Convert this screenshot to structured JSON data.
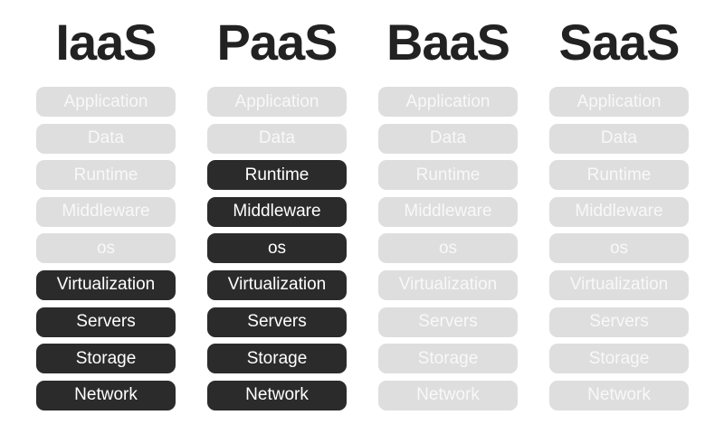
{
  "colors": {
    "title": "#222222",
    "active_bg": "#2b2b2b",
    "active_text": "#ffffff",
    "inactive_bg": "#dedede",
    "inactive_text": "#f8f8f8",
    "background": "#ffffff"
  },
  "columns": [
    {
      "title": "IaaS",
      "layers": [
        {
          "label": "Application",
          "active": false
        },
        {
          "label": "Data",
          "active": false
        },
        {
          "label": "Runtime",
          "active": false
        },
        {
          "label": "Middleware",
          "active": false
        },
        {
          "label": "os",
          "active": false
        },
        {
          "label": "Virtualization",
          "active": true
        },
        {
          "label": "Servers",
          "active": true
        },
        {
          "label": "Storage",
          "active": true
        },
        {
          "label": "Network",
          "active": true
        }
      ]
    },
    {
      "title": "PaaS",
      "layers": [
        {
          "label": "Application",
          "active": false
        },
        {
          "label": "Data",
          "active": false
        },
        {
          "label": "Runtime",
          "active": true
        },
        {
          "label": "Middleware",
          "active": true
        },
        {
          "label": "os",
          "active": true
        },
        {
          "label": "Virtualization",
          "active": true
        },
        {
          "label": "Servers",
          "active": true
        },
        {
          "label": "Storage",
          "active": true
        },
        {
          "label": "Network",
          "active": true
        }
      ]
    },
    {
      "title": "BaaS",
      "layers": [
        {
          "label": "Application",
          "active": false
        },
        {
          "label": "Data",
          "active": false
        },
        {
          "label": "Runtime",
          "active": false
        },
        {
          "label": "Middleware",
          "active": false
        },
        {
          "label": "os",
          "active": false
        },
        {
          "label": "Virtualization",
          "active": false
        },
        {
          "label": "Servers",
          "active": false
        },
        {
          "label": "Storage",
          "active": false
        },
        {
          "label": "Network",
          "active": false
        }
      ]
    },
    {
      "title": "SaaS",
      "layers": [
        {
          "label": "Application",
          "active": false
        },
        {
          "label": "Data",
          "active": false
        },
        {
          "label": "Runtime",
          "active": false
        },
        {
          "label": "Middleware",
          "active": false
        },
        {
          "label": "os",
          "active": false
        },
        {
          "label": "Virtualization",
          "active": false
        },
        {
          "label": "Servers",
          "active": false
        },
        {
          "label": "Storage",
          "active": false
        },
        {
          "label": "Network",
          "active": false
        }
      ]
    }
  ]
}
